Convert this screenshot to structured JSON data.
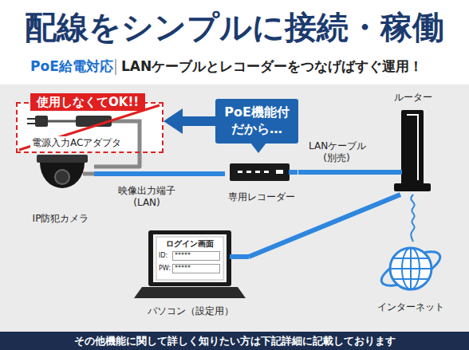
{
  "diagram": {
    "title": "配線をシンプルに接続・稼働",
    "caption": "その他機能に関して詳しく知りたい方は下記詳細に記載しております",
    "nodes": [
      {
        "text": [
          "使用しなくてOK!!",
          "電源入力ACアダプタ"
        ]
      },
      {
        "text": [
          "PoE機能付 だから…"
        ]
      },
      {
        "text": [
          "ルーター"
        ]
      },
      {
        "text": [
          "IP防犯カメラ"
        ]
      },
      {
        "text": [
          "専用レコーダー"
        ]
      },
      {
        "text": [
          "パソコン（設定用）"
        ]
      },
      {
        "text": [
          "ログイン画面"
        ],
        "in": 5
      },
      {
        "text": [
          "インターネット"
        ]
      }
    ],
    "edges": [
      {
        "from": 1,
        "to": 0,
        "arrow": "to"
      },
      {
        "from": 0,
        "to": 3,
        "arrow": "none"
      },
      {
        "from": 3,
        "to": 4,
        "arrow": "none"
      },
      {
        "from": 4,
        "to": 2,
        "arrow": "none",
        "label": "LANケーブル (別売)"
      },
      {
        "from": 5,
        "to": 2,
        "arrow": "none"
      },
      {
        "from": 2,
        "to": 7,
        "arrow": "none"
      }
    ],
    "labels": [
      "PoE給電対応",
      "LANケーブルとレコーダーをつなげばすぐ運用！",
      "映像出力端子 (LAN)",
      "ID:",
      "*****",
      "PW:",
      "*****"
    ]
  }
}
